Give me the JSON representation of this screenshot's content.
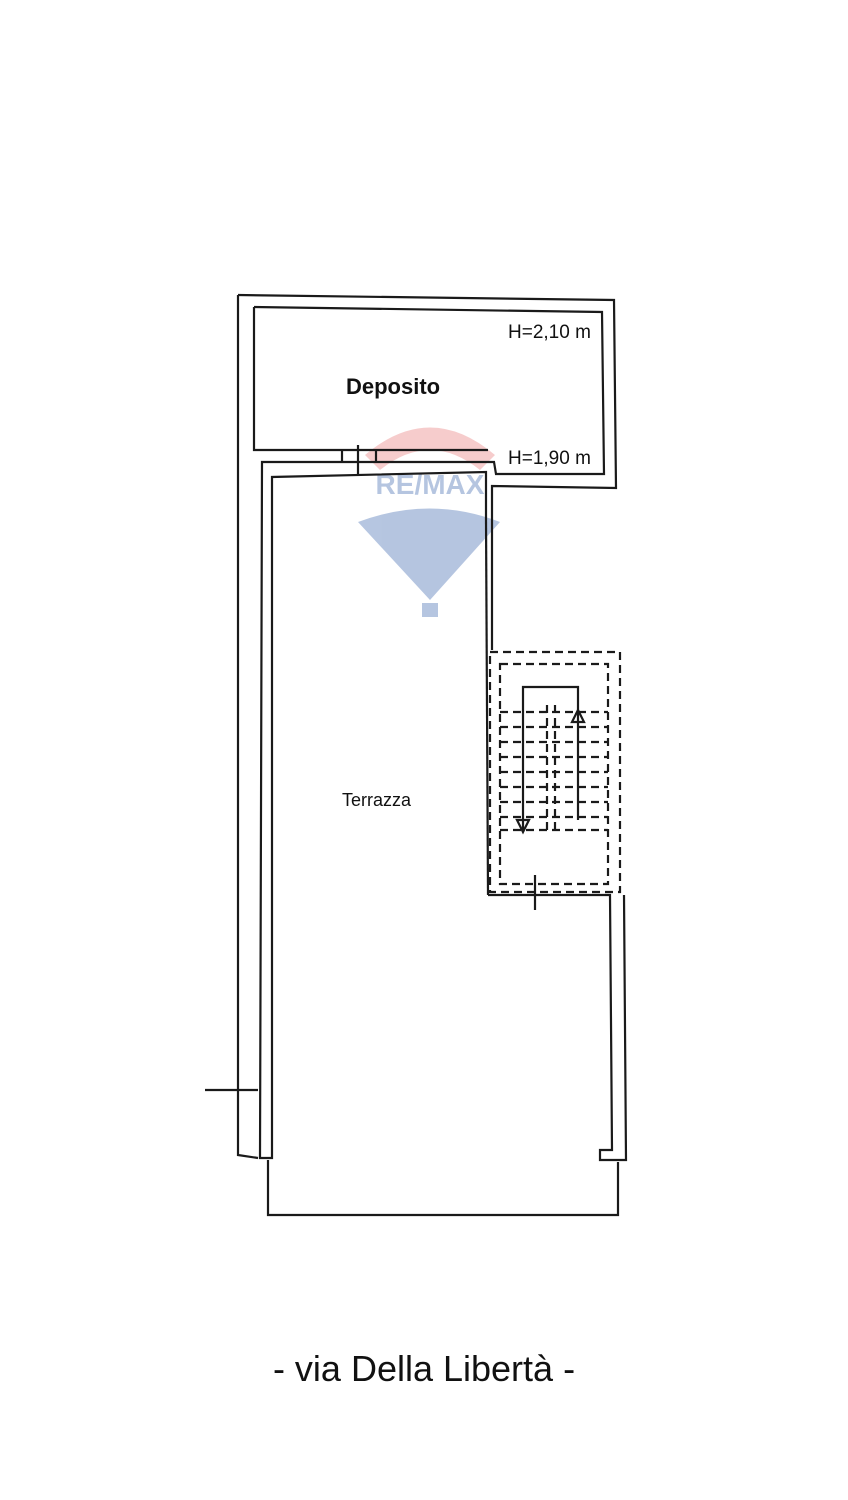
{
  "plan": {
    "rooms": [
      {
        "name": "Deposito",
        "heights": [
          "H=2,10 m",
          "H=1,90 m"
        ]
      },
      {
        "name": "Terrazza"
      }
    ],
    "street_label": "- via Della Libertà -"
  },
  "watermark": {
    "brand": "RE/MAX",
    "colors": {
      "red": "#e8706f",
      "blue": "#2e5ba8"
    }
  },
  "colors": {
    "lines": "#1a1a1a",
    "background": "#ffffff"
  }
}
